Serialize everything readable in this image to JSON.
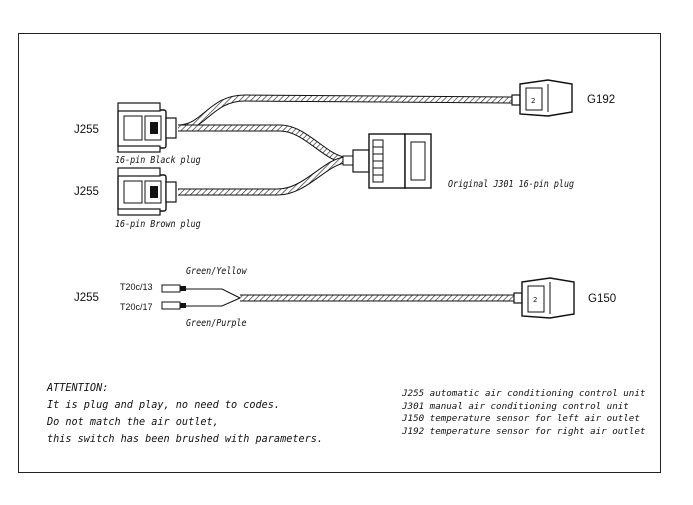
{
  "labels": {
    "j255_top": "J255",
    "j255_mid": "J255",
    "j255_bottom": "J255",
    "black_plug": "16-pin Black plug",
    "brown_plug": "16-pin Brown plug",
    "original_plug": "Original J301 16-pin plug",
    "g192": "G192",
    "g150": "G150",
    "t20c13": "T20c/13",
    "t20c17": "T20c/17",
    "green_yellow": "Green/Yellow",
    "green_purple": "Green/Purple"
  },
  "attention": {
    "title": "ATTENTION:",
    "lines": [
      "It is plug and play, no need to codes.",
      "Do not match the air outlet,",
      "this switch has been brushed with parameters."
    ]
  },
  "legend": [
    "J255 automatic air conditioning control unit",
    "J301 manual air conditioning control unit",
    "J150 temperature sensor for left air outlet",
    "J192 temperature sensor for right air outlet"
  ]
}
